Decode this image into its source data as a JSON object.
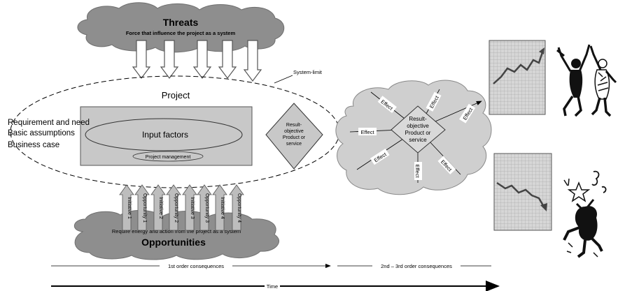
{
  "threats": {
    "title": "Threats",
    "subtitle": "Force that influence the project as a system"
  },
  "system_limit": "System-limit",
  "project": {
    "title": "Project",
    "input_factors": "Input factors",
    "project_management": "Project management"
  },
  "left_labels": [
    "Requirement and need",
    "Basic assumptions",
    "Business case"
  ],
  "result_inner": [
    "Result-",
    "objective",
    "Product or",
    "service"
  ],
  "result_outer": [
    "Result-",
    "objective",
    "Product or",
    "service"
  ],
  "effect_label": "Effect",
  "upward_arrows": [
    "Initiative 1",
    "Opportunity 1",
    "Initiative 2",
    "Opportunity 2",
    "Initiative 3",
    "Opportunity 3",
    "Initiative 4",
    "Opportunity 4"
  ],
  "opportunities": {
    "title": "Opportunities",
    "subtitle": "Require energy and action from the project as a system"
  },
  "timeline": {
    "first_order": "1st order consequences",
    "second_third_order": "2nd – 3rd order consequences",
    "time": "Time"
  },
  "colors": {
    "cloud_dark": "#8c8c8c",
    "cloud_light": "#cfcfcf",
    "panel_gray": "#c8c8c8",
    "grid_bg": "#d4d4d4",
    "line_light": "#d9d9d9"
  }
}
